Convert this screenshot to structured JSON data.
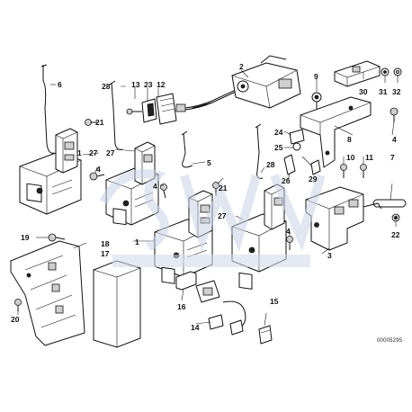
{
  "diagram": {
    "reference_number": "00005295",
    "callouts": [
      "1",
      "2",
      "3",
      "4",
      "5",
      "6",
      "7",
      "8",
      "9",
      "10",
      "11",
      "12",
      "13",
      "14",
      "15",
      "16",
      "17",
      "18",
      "19",
      "20",
      "21",
      "22",
      "23",
      "24",
      "25",
      "26",
      "27",
      "28",
      "29",
      "30",
      "31",
      "32"
    ]
  }
}
